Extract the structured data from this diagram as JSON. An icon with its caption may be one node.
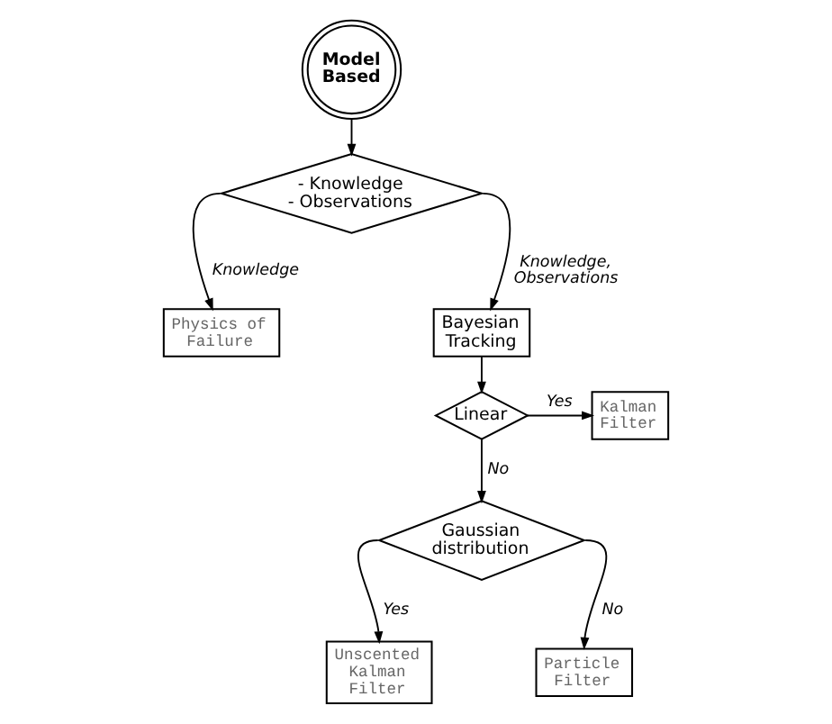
{
  "diagram": {
    "nodes": [
      {
        "text": [
          "Model Based"
        ]
      },
      {
        "text": [
          "- Knowledge - Observations"
        ]
      },
      {
        "text": [
          "Physics of Failure"
        ]
      },
      {
        "text": [
          "Bayesian Tracking"
        ]
      },
      {
        "text": [
          "Linear"
        ]
      },
      {
        "text": [
          "Kalman Filter"
        ]
      },
      {
        "text": [
          "Gaussian distribution"
        ]
      },
      {
        "text": [
          "Unscented Kalman Filter"
        ]
      },
      {
        "text": [
          "Particle Filter"
        ]
      }
    ],
    "edges": [
      {
        "from": 0,
        "to": 1,
        "arrow": "to"
      },
      {
        "from": 1,
        "to": 2,
        "arrow": "to",
        "label": "Knowledge"
      },
      {
        "from": 1,
        "to": 3,
        "arrow": "to",
        "label": "Knowledge, Observations"
      },
      {
        "from": 3,
        "to": 4,
        "arrow": "to"
      },
      {
        "from": 4,
        "to": 5,
        "arrow": "to",
        "label": "Yes"
      },
      {
        "from": 4,
        "to": 6,
        "arrow": "to",
        "label": "No"
      },
      {
        "from": 6,
        "to": 7,
        "arrow": "to",
        "label": "Yes"
      },
      {
        "from": 6,
        "to": 8,
        "arrow": "to",
        "label": "No"
      }
    ]
  }
}
